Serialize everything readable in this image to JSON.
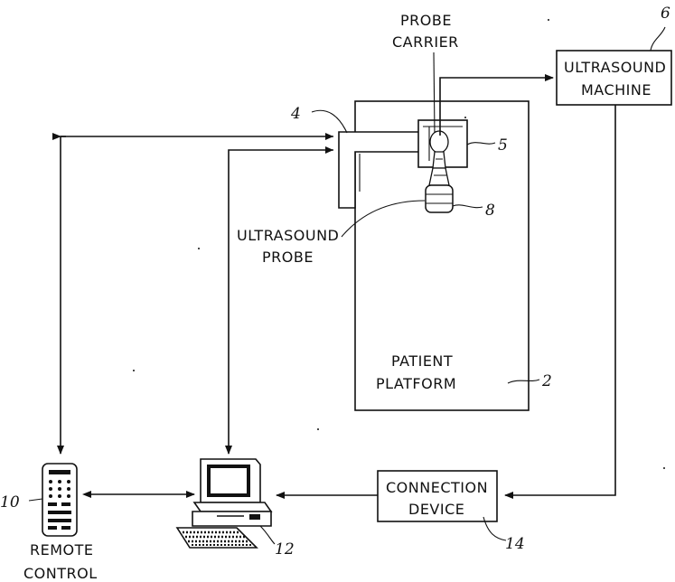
{
  "labels": {
    "probe_carrier": [
      "PROBE",
      "CARRIER"
    ],
    "ultrasound_machine": [
      "ULTRASOUND",
      "MACHINE"
    ],
    "ultrasound_probe": [
      "ULTRASOUND",
      "PROBE"
    ],
    "patient_platform": [
      "PATIENT",
      "PLATFORM"
    ],
    "connection_device": [
      "CONNECTION",
      "DEVICE"
    ],
    "remote_control": [
      "REMOTE",
      "CONTROL"
    ]
  },
  "reference_numerals": {
    "platform": "2",
    "arm": "4",
    "carrier": "5",
    "machine": "6",
    "probe": "8",
    "remote": "10",
    "computer": "12",
    "connection": "14"
  }
}
